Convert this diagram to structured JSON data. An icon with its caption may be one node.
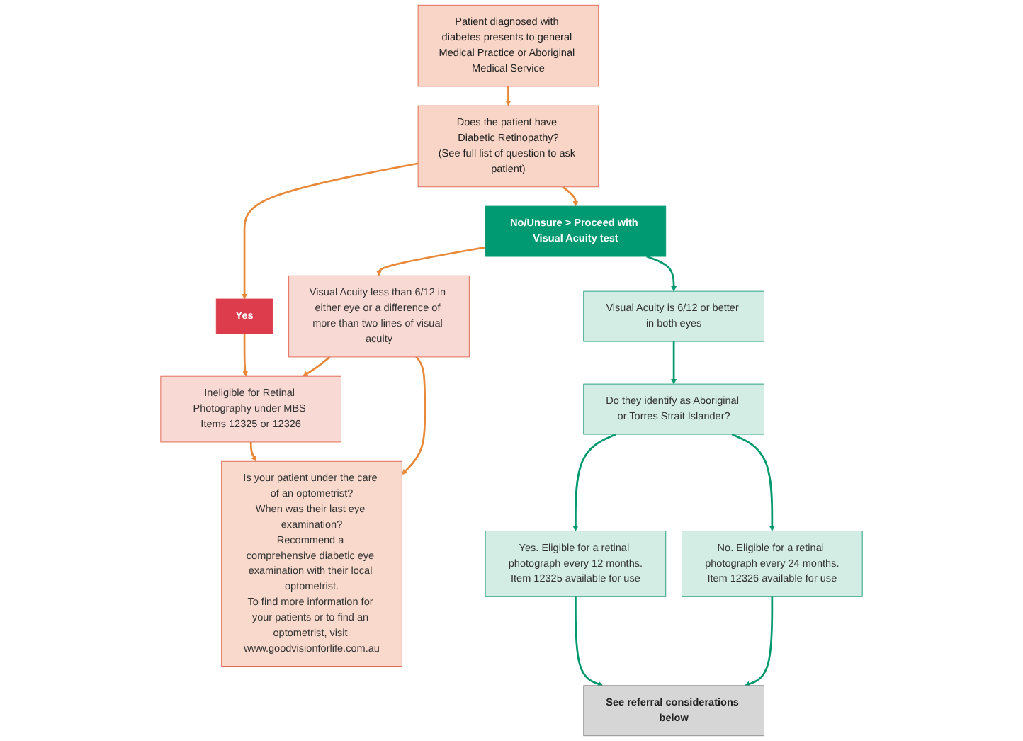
{
  "diagram": {
    "nodes": [
      {
        "text": [
          "Patient diagnosed with diabetes presents to general Medical Practice or Aboriginal Medical Service"
        ]
      },
      {
        "text": [
          "Does the patient have Diabetic Retinopathy?",
          "(See full list of question to ask patient)"
        ]
      },
      {
        "text": [
          "Yes"
        ]
      },
      {
        "text": [
          "No/Unsure > Proceed with Visual Acuity test"
        ]
      },
      {
        "text": [
          "Ineligible for Retinal Photography under MBS Items 12325 or 12326"
        ]
      },
      {
        "text": [
          "Visual Acuity less than 6/12 in either eye or a difference of more than two lines of visual acuity"
        ]
      },
      {
        "text": [
          "Visual Acuity is 6/12 or better in both eyes"
        ]
      },
      {
        "text": [
          "Is your patient under the care of an optometrist?",
          "When was their last eye examination?",
          "Recommend a comprehensive diabetic eye examination with their local optometrist.",
          "To find more information for your patients or to find an optometrist, visit www.goodvisionforlife.com.au"
        ]
      },
      {
        "text": [
          "Do they identify as Aboriginal or Torres Strait Islander?"
        ]
      },
      {
        "text": [
          "Yes. Eligible for a retinal photograph every 12 months.",
          "Item 12325 available for use"
        ]
      },
      {
        "text": [
          "No. Eligible for a retinal photograph every 24 months.",
          "Item 12326 available for use"
        ]
      },
      {
        "text": [
          "See referral considerations below"
        ]
      }
    ],
    "edges": [
      {
        "from": 0,
        "to": 1,
        "arrow": "to"
      },
      {
        "from": 1,
        "to": 2,
        "arrow": "to"
      },
      {
        "from": 1,
        "to": 3,
        "arrow": "to"
      },
      {
        "from": 2,
        "to": 4,
        "arrow": "to"
      },
      {
        "from": 3,
        "to": 5,
        "arrow": "to"
      },
      {
        "from": 3,
        "to": 6,
        "arrow": "to",
        "color": "#00996e"
      },
      {
        "from": 5,
        "to": 4,
        "arrow": "to"
      },
      {
        "from": 4,
        "to": 7,
        "arrow": "to"
      },
      {
        "from": 5,
        "to": 7,
        "arrow": "to"
      },
      {
        "from": 6,
        "to": 8,
        "arrow": "to",
        "color": "#00996e"
      },
      {
        "from": 8,
        "to": 9,
        "arrow": "to",
        "color": "#00996e"
      },
      {
        "from": 8,
        "to": 10,
        "arrow": "to",
        "color": "#00996e"
      },
      {
        "from": 9,
        "to": 11,
        "arrow": "to",
        "color": "#00996e"
      },
      {
        "from": 10,
        "to": 11,
        "arrow": "to",
        "color": "#00996e"
      }
    ]
  }
}
